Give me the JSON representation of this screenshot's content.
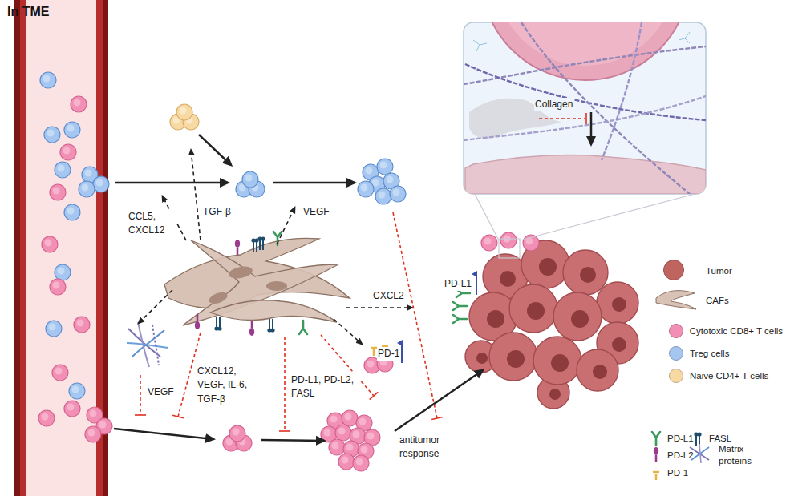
{
  "diagram": {
    "title": "In TME",
    "labels": [
      "CCL5, CXCL12",
      "TGF-β",
      "VEGF",
      "PD-L1",
      "CXCL2",
      "PD-1",
      "CXCL12, VEGF, IL-6, TGF-β",
      "VEGF",
      "PD-L1, PD-L2, FASL",
      "antitumor response",
      "Collagen"
    ],
    "legend": [
      {
        "text": "Tumor",
        "color": "#c0645f"
      },
      {
        "text": "CAFs"
      },
      {
        "text": "Cytotoxic CD8+ T cells",
        "color": "#f28fb5"
      },
      {
        "text": "Treg cells",
        "color": "#a4c6f0"
      },
      {
        "text": "Naive CD4+ T cells",
        "color": "#f7d9a4"
      },
      {
        "text": "PD-L1"
      },
      {
        "text": "FASL"
      },
      {
        "text": "PD-L2"
      },
      {
        "text": "Matrix proteins"
      },
      {
        "text": "PD-1"
      }
    ]
  }
}
